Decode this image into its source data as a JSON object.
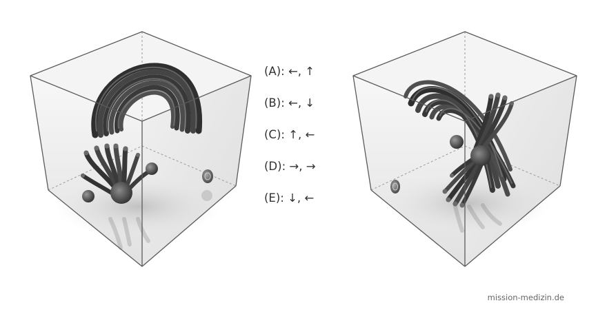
{
  "options": [
    {
      "label": "(A): ←, ↑"
    },
    {
      "label": "(B): ←, ↓"
    },
    {
      "label": "(C): ↑, ←"
    },
    {
      "label": "(D): →, →"
    },
    {
      "label": "(E): ↓, ←"
    }
  ],
  "watermark": "mission-medizin.de",
  "colors": {
    "cube_edge": "#555555",
    "cube_face": "#e6e6e6",
    "tube_dark": "#3a3a3a",
    "tube_light": "#7a7a7a",
    "text": "#333333"
  },
  "cubes": [
    {
      "name": "left-cube",
      "content": "tube-arch-with-sphere-and-disc"
    },
    {
      "name": "right-cube",
      "content": "rotated-tube-bundle-with-sphere-and-disc"
    }
  ]
}
